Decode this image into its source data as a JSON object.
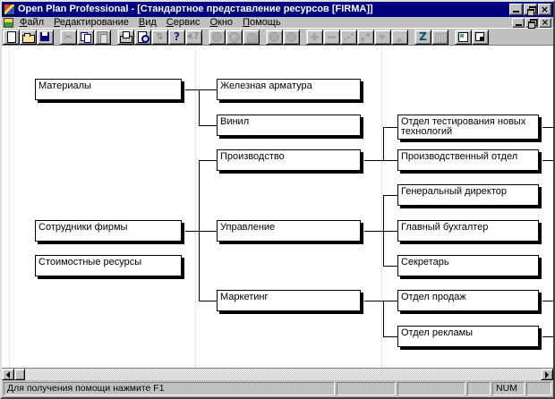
{
  "window": {
    "title": "Open Plan Professional - [Стандартное представление ресурсов [FIRMA]]",
    "titlebar_color": "#000080"
  },
  "menu": {
    "items": [
      "Файл",
      "Редактирование",
      "Вид",
      "Сервис",
      "Окно",
      "Помощь"
    ]
  },
  "toolbar": {
    "groups": [
      [
        {
          "name": "new",
          "enabled": true
        },
        {
          "name": "open",
          "enabled": true
        },
        {
          "name": "save",
          "enabled": true
        }
      ],
      [
        {
          "name": "cut",
          "enabled": false
        },
        {
          "name": "copy",
          "enabled": true
        },
        {
          "name": "paste",
          "enabled": false
        }
      ],
      [
        {
          "name": "print",
          "enabled": true
        },
        {
          "name": "print-preview",
          "enabled": true
        },
        {
          "name": "transfer",
          "enabled": false
        },
        {
          "name": "help",
          "enabled": true
        },
        {
          "name": "context-help",
          "enabled": false
        }
      ],
      [
        {
          "name": "shape-circle",
          "enabled": false
        },
        {
          "name": "shape-ellipse",
          "enabled": false
        },
        {
          "name": "shape-dome",
          "enabled": false
        }
      ],
      [
        {
          "name": "circle-a",
          "enabled": false
        },
        {
          "name": "circle-b",
          "enabled": false
        }
      ],
      [
        {
          "name": "expand-plus",
          "enabled": false
        },
        {
          "name": "collapse-minus",
          "enabled": false
        },
        {
          "name": "link-dots",
          "enabled": false
        },
        {
          "name": "steps",
          "enabled": false
        },
        {
          "name": "arrow-down",
          "enabled": false
        },
        {
          "name": "arrow-up",
          "enabled": false
        }
      ],
      [
        {
          "name": "zoom-z",
          "enabled": true
        },
        {
          "name": "layout",
          "enabled": false
        }
      ],
      [
        {
          "name": "window-fit",
          "enabled": true
        },
        {
          "name": "window-cascade",
          "enabled": true
        }
      ]
    ]
  },
  "diagram": {
    "nodes": [
      {
        "id": "materials",
        "label": "Материалы",
        "col": 0
      },
      {
        "id": "staff",
        "label": "Сотрудники фирмы",
        "col": 0
      },
      {
        "id": "cost",
        "label": "Стоимостные ресурсы",
        "col": 0
      },
      {
        "id": "rebar",
        "label": "Железная арматура",
        "col": 1
      },
      {
        "id": "vinyl",
        "label": "Винил",
        "col": 1
      },
      {
        "id": "production",
        "label": "Производство",
        "col": 1
      },
      {
        "id": "management",
        "label": "Управление",
        "col": 1
      },
      {
        "id": "marketing",
        "label": "Маркетинг",
        "col": 1
      },
      {
        "id": "test",
        "label": "Отдел тестирования новых технологий",
        "col": 2,
        "more": true
      },
      {
        "id": "proddept",
        "label": "Производственный отдел",
        "col": 2,
        "more": true
      },
      {
        "id": "gendir",
        "label": "Генеральный директор",
        "col": 2
      },
      {
        "id": "chiefacc",
        "label": "Главный бухгалтер",
        "col": 2
      },
      {
        "id": "secretary",
        "label": "Секретарь",
        "col": 2
      },
      {
        "id": "sales",
        "label": "Отдел продаж",
        "col": 2,
        "more": true
      },
      {
        "id": "ads",
        "label": "Отдел рекламы",
        "col": 2,
        "more": true
      }
    ],
    "edges": [
      {
        "parent": "materials",
        "children": [
          "rebar",
          "vinyl"
        ]
      },
      {
        "parent": "staff",
        "children": [
          "production",
          "management",
          "marketing"
        ]
      },
      {
        "parent": "production",
        "children": [
          "test",
          "proddept"
        ]
      },
      {
        "parent": "management",
        "children": [
          "gendir",
          "chiefacc",
          "secretary"
        ]
      },
      {
        "parent": "marketing",
        "children": [
          "sales",
          "ads"
        ]
      }
    ]
  },
  "statusbar": {
    "message": "Для получения помощи нажмите F1",
    "num": "NUM"
  }
}
